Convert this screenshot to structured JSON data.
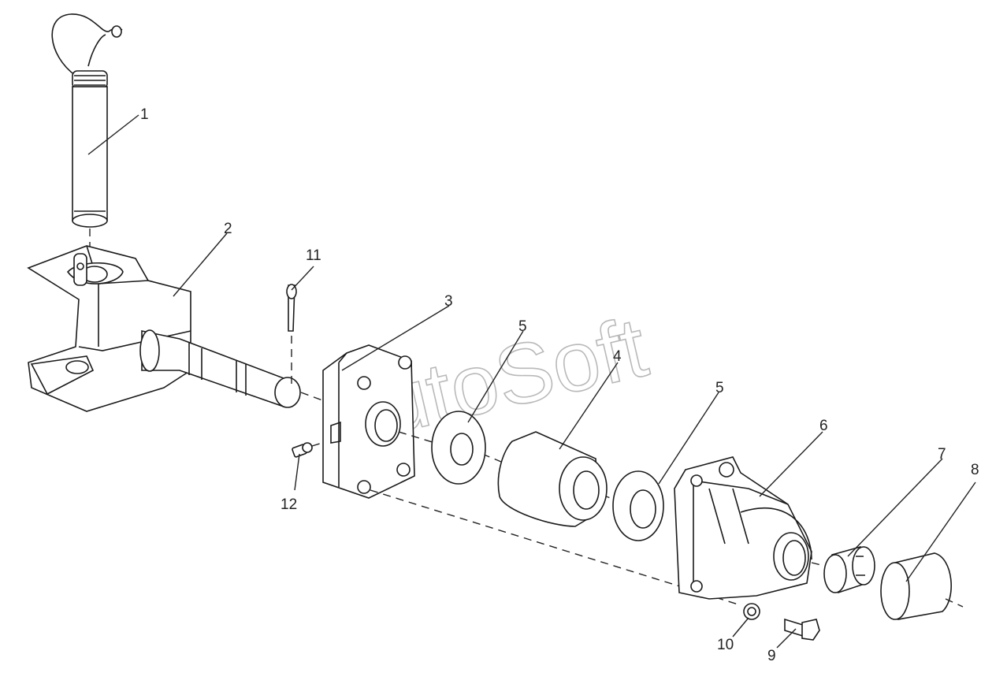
{
  "watermark": "AutoSoft",
  "callouts": [
    {
      "id": "c1",
      "label": "1"
    },
    {
      "id": "c2",
      "label": "2"
    },
    {
      "id": "c3",
      "label": "3"
    },
    {
      "id": "c4",
      "label": "4"
    },
    {
      "id": "c5a",
      "label": "5"
    },
    {
      "id": "c5b",
      "label": "5"
    },
    {
      "id": "c6",
      "label": "6"
    },
    {
      "id": "c7",
      "label": "7"
    },
    {
      "id": "c8",
      "label": "8"
    },
    {
      "id": "c9",
      "label": "9"
    },
    {
      "id": "c10",
      "label": "10"
    },
    {
      "id": "c11",
      "label": "11"
    },
    {
      "id": "c12",
      "label": "12"
    }
  ]
}
